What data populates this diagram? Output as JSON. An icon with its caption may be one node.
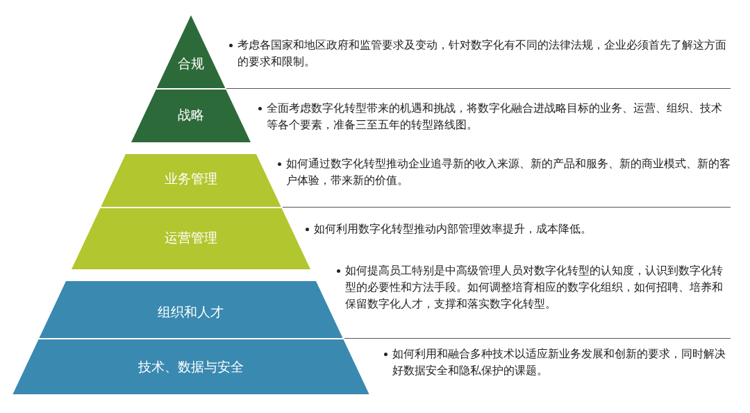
{
  "diagram": {
    "nodes": [
      {
        "text": [
          "合规"
        ],
        "beside": [
          "考虑各国家和地区政府和监管要求及变动，针对数字化有不同的法律法规，企业必须首先了解这方面的要求和限制。"
        ]
      },
      {
        "text": [
          "战略"
        ],
        "beside": [
          "全面考虑数字化转型带来的机遇和挑战，将数字化融合进战略目标的业务、运营、组织、技术等各个要素，准备三至五年的转型路线图。"
        ]
      },
      {
        "text": [
          "业务管理"
        ],
        "beside": [
          "如何通过数字化转型推动企业追寻新的收入来源、新的产品和服务、新的商业模式、新的客户体验，带来新的价值。"
        ]
      },
      {
        "text": [
          "运营管理"
        ],
        "beside": [
          "如何利用数字化转型推动内部管理效率提升，成本降低。"
        ]
      },
      {
        "text": [
          "组织和人才"
        ],
        "beside": [
          "如何提高员工特别是中高级管理人员对数字化转型的认知度，认识到数字化转型的必要性和方法手段。如何调整培育相应的数字化组织，如何招聘、培养和保留数字化人才，支撑和落实数字化转型。"
        ]
      },
      {
        "text": [
          "技术、数据与安全"
        ],
        "beside": [
          "如何利用和融合多种技术以适应新业务发展和创新的要求，同时解决好数据安全和隐私保护的课题。"
        ]
      }
    ]
  }
}
